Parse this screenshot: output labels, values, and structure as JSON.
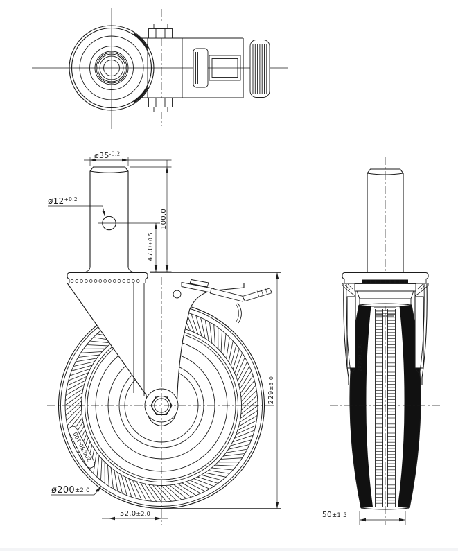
{
  "drawing": {
    "dimensions": {
      "stem_dia": {
        "value": "ø35",
        "tol": "-0.2"
      },
      "hole_dia": {
        "value": "ø12",
        "tol": "+0.2"
      },
      "stem_len": {
        "value": "100.0",
        "tol": ""
      },
      "hole_pos": {
        "value": "47.0",
        "tol": "±0.5"
      },
      "total_height": {
        "value": "229",
        "tol": "±3.0"
      },
      "wheel_dia": {
        "value": "ø200",
        "tol": "±2.0"
      },
      "swivel_offset": {
        "value": "52.0",
        "tol": "±2.0"
      },
      "wheel_width": {
        "value": "50",
        "tol": "±1.5"
      }
    },
    "tire_marking": "200/50-100",
    "colors": {
      "line": "#1b1b1b",
      "background": "#ffffff",
      "tread_fill": "#111111",
      "footer_strip": "#f3f4f6"
    }
  }
}
